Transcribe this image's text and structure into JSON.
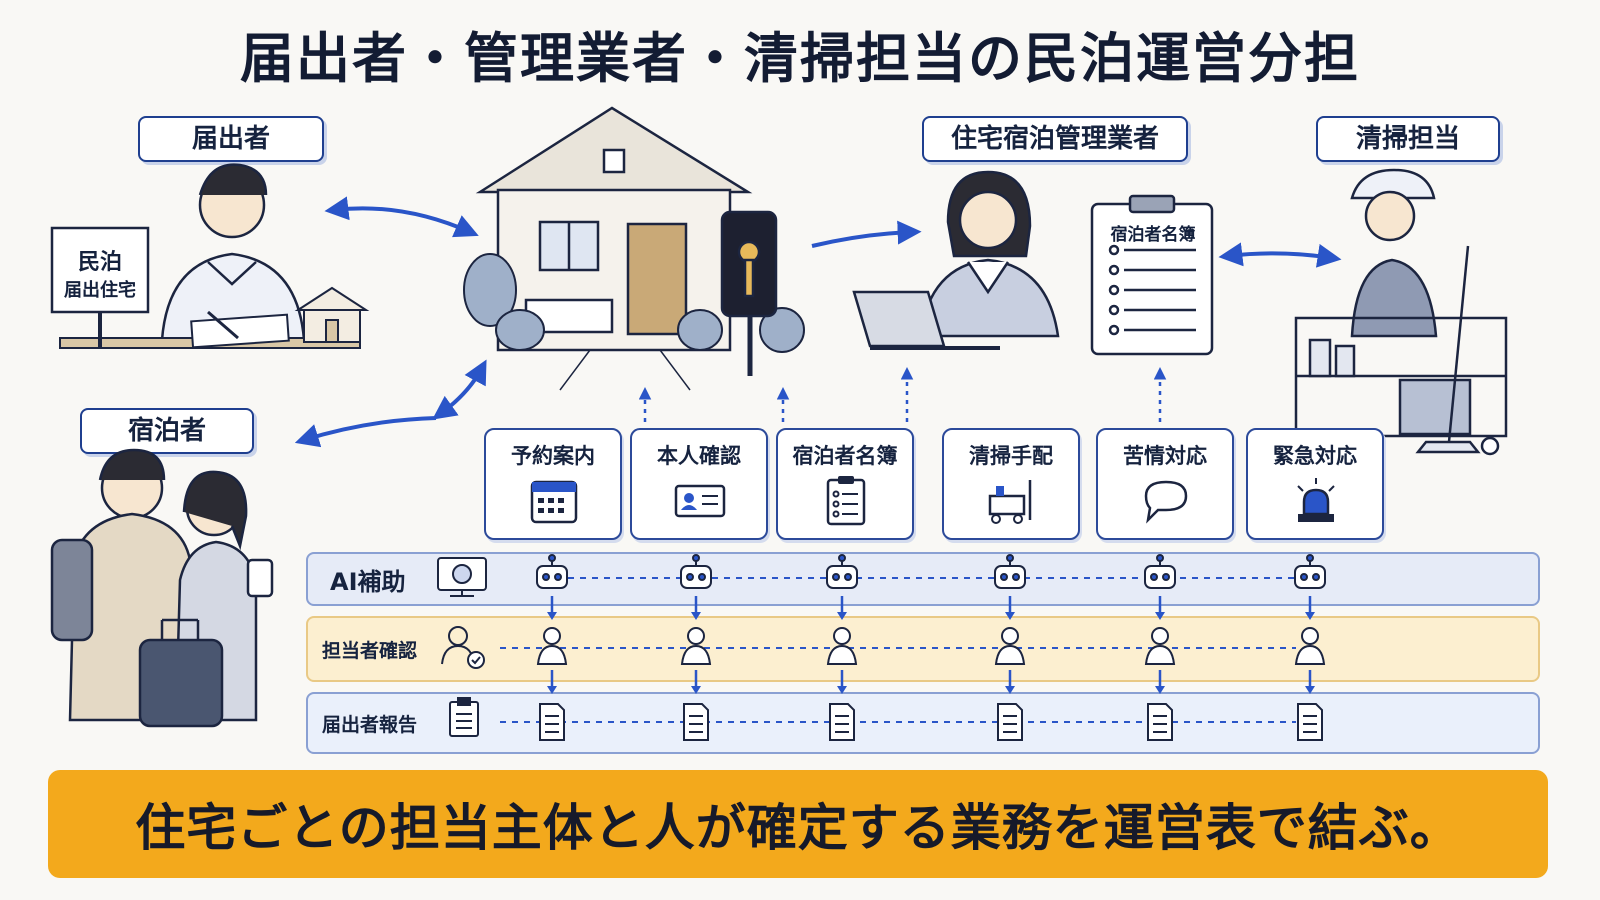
{
  "title": "届出者・管理業者・清掃担当の民泊運営分担",
  "roles": {
    "notifier": "届出者",
    "manager": "住宅宿泊管理業者",
    "cleaner": "清掃担当",
    "guest": "宿泊者"
  },
  "sign": {
    "line1": "民泊",
    "line2": "届出住宅"
  },
  "clipboard_title": "宿泊者名簿",
  "tasks": [
    {
      "label": "予約案内",
      "icon": "calendar-icon"
    },
    {
      "label": "本人確認",
      "icon": "id-card-icon"
    },
    {
      "label": "宿泊者名簿",
      "icon": "checklist-icon"
    },
    {
      "label": "清掃手配",
      "icon": "cleaning-cart-icon"
    },
    {
      "label": "苦情対応",
      "icon": "speech-bubble-icon"
    },
    {
      "label": "緊急対応",
      "icon": "alarm-light-icon"
    }
  ],
  "rows": {
    "ai": "AI補助",
    "staff": "担当者確認",
    "report": "届出者報告"
  },
  "banner": "住宅ごとの担当主体と人が確定する業務を運営表で結ぶ。",
  "colors": {
    "accent": "#2a55c8",
    "banner": "#f3a91c",
    "ai_row": "#e6ebf7",
    "staff_row": "#fcefd0",
    "report_row": "#eaf0fb"
  }
}
